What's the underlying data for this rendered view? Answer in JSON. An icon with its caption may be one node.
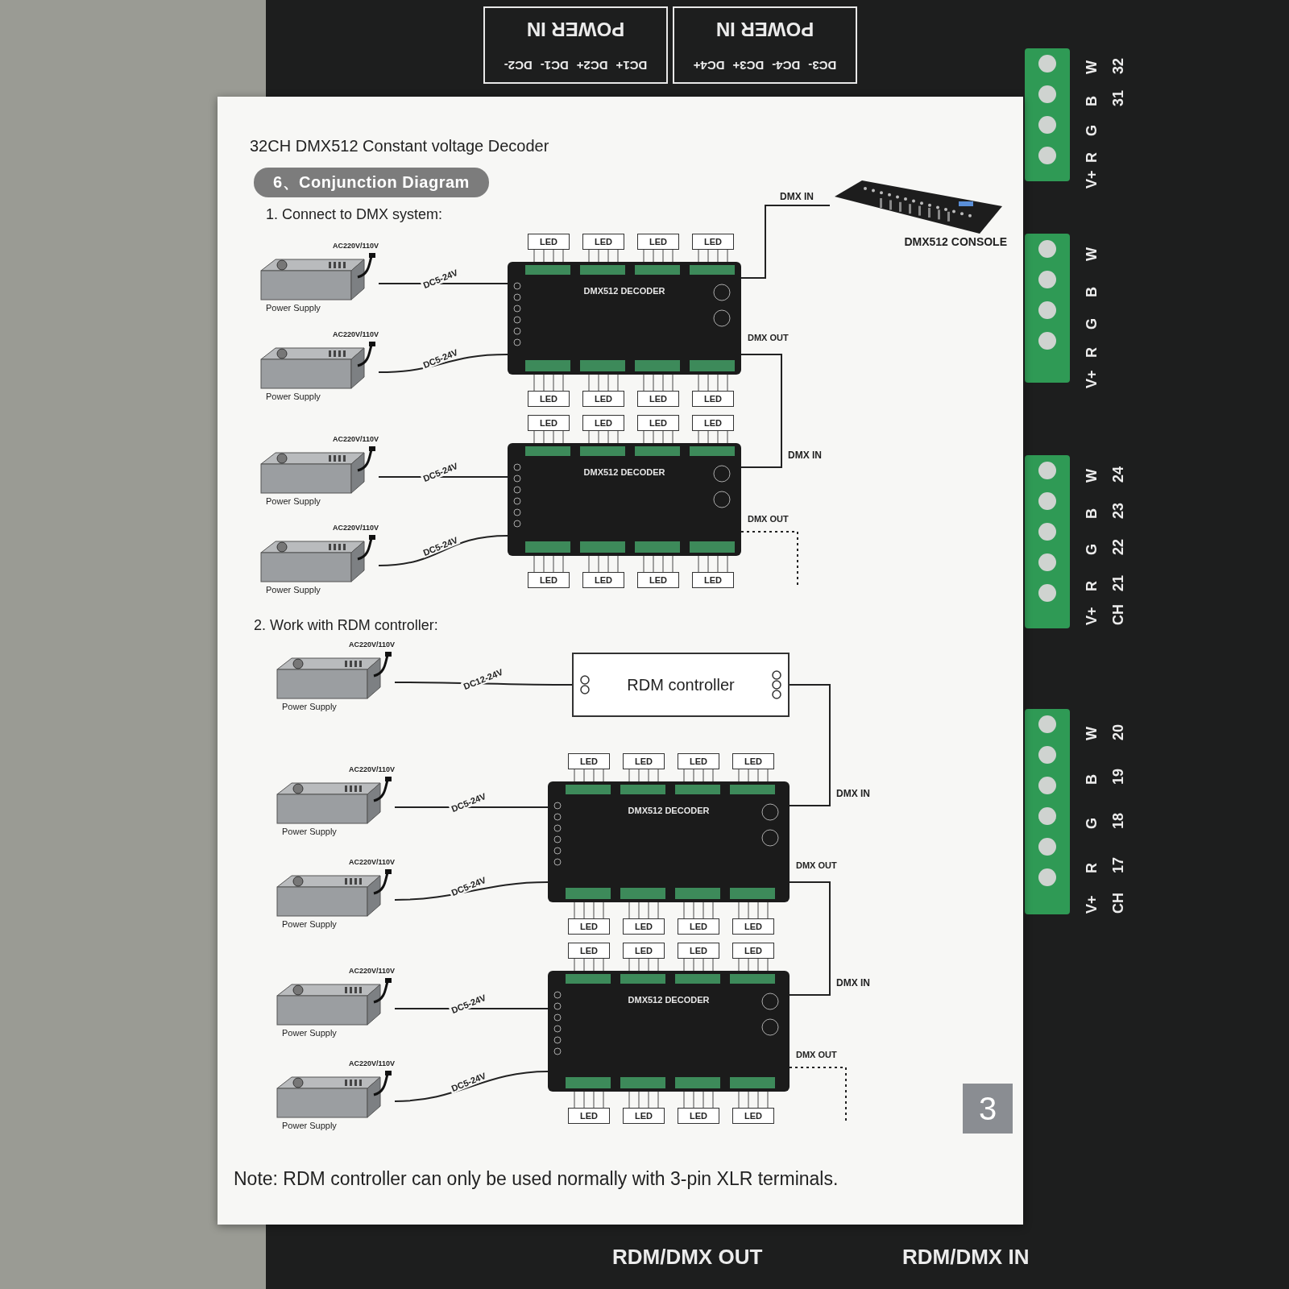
{
  "diagram": {
    "title": "32CH DMX512 Constant voltage Decoder",
    "nodes": [
      {
        "text": [
          "DMX512 CONSOLE"
        ]
      },
      {
        "text": [
          "DMX512 DECODER"
        ],
        "beside": [
          "DMX OUT"
        ]
      },
      {
        "text": [
          "DMX512 DECODER"
        ],
        "beside": [
          "DMX OUT"
        ]
      },
      {
        "text": [
          "Power Supply"
        ],
        "beside": [
          "AC220V/110V"
        ]
      },
      {
        "text": [
          "Power Supply"
        ],
        "beside": [
          "AC220V/110V"
        ]
      },
      {
        "text": [
          "Power Supply"
        ],
        "beside": [
          "AC220V/110V"
        ]
      },
      {
        "text": [
          "Power Supply"
        ],
        "beside": [
          "AC220V/110V"
        ]
      },
      {
        "text": [
          "LED"
        ]
      },
      {
        "text": [
          "LED"
        ]
      },
      {
        "text": [
          "LED"
        ]
      },
      {
        "text": [
          "LED"
        ]
      },
      {
        "text": [
          "LED"
        ]
      },
      {
        "text": [
          "LED"
        ]
      },
      {
        "text": [
          "LED"
        ]
      },
      {
        "text": [
          "LED"
        ]
      },
      {
        "text": [
          "LED"
        ]
      },
      {
        "text": [
          "LED"
        ]
      },
      {
        "text": [
          "LED"
        ]
      },
      {
        "text": [
          "LED"
        ]
      },
      {
        "text": [
          "LED"
        ]
      },
      {
        "text": [
          "LED"
        ]
      },
      {
        "text": [
          "LED"
        ]
      },
      {
        "text": [
          "LED"
        ]
      },
      {
        "text": [
          "RDM controller"
        ]
      },
      {
        "text": [
          "Power Supply"
        ],
        "beside": [
          "AC220V/110V"
        ]
      },
      {
        "text": [
          "DMX512 DECODER"
        ],
        "beside": [
          "DMX OUT"
        ]
      },
      {
        "text": [
          "DMX512 DECODER"
        ],
        "beside": [
          "DMX OUT"
        ]
      },
      {
        "text": [
          "Power Supply"
        ],
        "beside": [
          "AC220V/110V"
        ]
      },
      {
        "text": [
          "Power Supply"
        ],
        "beside": [
          "AC220V/110V"
        ]
      },
      {
        "text": [
          "Power Supply"
        ],
        "beside": [
          "AC220V/110V"
        ]
      },
      {
        "text": [
          "Power Supply"
        ],
        "beside": [
          "AC220V/110V"
        ]
      },
      {
        "text": [
          "LED"
        ]
      },
      {
        "text": [
          "LED"
        ]
      },
      {
        "text": [
          "LED"
        ]
      },
      {
        "text": [
          "LED"
        ]
      },
      {
        "text": [
          "LED"
        ]
      },
      {
        "text": [
          "LED"
        ]
      },
      {
        "text": [
          "LED"
        ]
      },
      {
        "text": [
          "LED"
        ]
      },
      {
        "text": [
          "LED"
        ]
      },
      {
        "text": [
          "LED"
        ]
      },
      {
        "text": [
          "LED"
        ]
      },
      {
        "text": [
          "LED"
        ]
      },
      {
        "text": [
          "LED"
        ]
      },
      {
        "text": [
          "LED"
        ]
      },
      {
        "text": [
          "LED"
        ]
      },
      {
        "text": [
          "LED"
        ]
      }
    ],
    "edges": [
      {
        "from": 1,
        "to": 0,
        "arrow": "none",
        "label": "DMX IN"
      },
      {
        "from": 1,
        "to": 2,
        "arrow": "none",
        "label": "DMX IN"
      },
      {
        "from": 2,
        "to": null,
        "arrow": "none",
        "style": "dashed"
      },
      {
        "from": 3,
        "to": 1,
        "arrow": "none",
        "label": "DC5-24V"
      },
      {
        "from": 4,
        "to": 1,
        "arrow": "none",
        "label": "DC5-24V"
      },
      {
        "from": 5,
        "to": 2,
        "arrow": "none",
        "label": "DC5-24V"
      },
      {
        "from": 6,
        "to": 2,
        "arrow": "none",
        "label": "DC5-24V"
      },
      {
        "from": 1,
        "to": 7,
        "arrow": "none"
      },
      {
        "from": 1,
        "to": 8,
        "arrow": "none"
      },
      {
        "from": 1,
        "to": 9,
        "arrow": "none"
      },
      {
        "from": 1,
        "to": 10,
        "arrow": "none"
      },
      {
        "from": 1,
        "to": 11,
        "arrow": "none"
      },
      {
        "from": 1,
        "to": 12,
        "arrow": "none"
      },
      {
        "from": 1,
        "to": 13,
        "arrow": "none"
      },
      {
        "from": 1,
        "to": 14,
        "arrow": "none"
      },
      {
        "from": 2,
        "to": 15,
        "arrow": "none"
      },
      {
        "from": 2,
        "to": 16,
        "arrow": "none"
      },
      {
        "from": 2,
        "to": 17,
        "arrow": "none"
      },
      {
        "from": 2,
        "to": 18,
        "arrow": "none"
      },
      {
        "from": 2,
        "to": 19,
        "arrow": "none"
      },
      {
        "from": 2,
        "to": 20,
        "arrow": "none"
      },
      {
        "from": 2,
        "to": 21,
        "arrow": "none"
      },
      {
        "from": 2,
        "to": 22,
        "arrow": "none"
      },
      {
        "from": 24,
        "to": 23,
        "arrow": "none",
        "label": "DC12-24V"
      },
      {
        "from": 23,
        "to": 25,
        "arrow": "none",
        "label": "DMX IN"
      },
      {
        "from": 25,
        "to": 26,
        "arrow": "none",
        "label": "DMX IN"
      },
      {
        "from": 26,
        "to": null,
        "arrow": "none",
        "style": "dashed"
      },
      {
        "from": 27,
        "to": 25,
        "arrow": "none",
        "label": "DC5-24V"
      },
      {
        "from": 28,
        "to": 25,
        "arrow": "none",
        "label": "DC5-24V"
      },
      {
        "from": 29,
        "to": 26,
        "arrow": "none",
        "label": "DC5-24V"
      },
      {
        "from": 30,
        "to": 26,
        "arrow": "none",
        "label": "DC5-24V"
      },
      {
        "from": 25,
        "to": 31,
        "arrow": "none"
      },
      {
        "from": 25,
        "to": 32,
        "arrow": "none"
      },
      {
        "from": 25,
        "to": 33,
        "arrow": "none"
      },
      {
        "from": 25,
        "to": 34,
        "arrow": "none"
      },
      {
        "from": 25,
        "to": 35,
        "arrow": "none"
      },
      {
        "from": 25,
        "to": 36,
        "arrow": "none"
      },
      {
        "from": 25,
        "to": 37,
        "arrow": "none"
      },
      {
        "from": 25,
        "to": 38,
        "arrow": "none"
      },
      {
        "from": 26,
        "to": 39,
        "arrow": "none"
      },
      {
        "from": 26,
        "to": 40,
        "arrow": "none"
      },
      {
        "from": 26,
        "to": 41,
        "arrow": "none"
      },
      {
        "from": 26,
        "to": 42,
        "arrow": "none"
      },
      {
        "from": 26,
        "to": 43,
        "arrow": "none"
      },
      {
        "from": 26,
        "to": 44,
        "arrow": "none"
      },
      {
        "from": 26,
        "to": 45,
        "arrow": "none"
      },
      {
        "from": 26,
        "to": 46,
        "arrow": "none"
      }
    ],
    "labels": [
      "6、Conjunction Diagram",
      "1. Connect to DMX system:",
      "2. Work with RDM controller:",
      "Note: RDM controller can only be used normally with 3-pin XLR terminals.",
      "3",
      "POWER IN",
      "POWER IN",
      "DC1+",
      "DC2+",
      "DC1-",
      "DC2-",
      "DC3-",
      "DC4-",
      "DC3+",
      "DC4+",
      "32",
      "W",
      "31",
      "B",
      "G",
      "R",
      "V+",
      "W",
      "B",
      "G",
      "R",
      "V+",
      "24",
      "W",
      "23",
      "B",
      "22",
      "G",
      "21",
      "R",
      "CH",
      "V+",
      "20",
      "W",
      "19",
      "B",
      "18",
      "G",
      "17",
      "R",
      "CH",
      "V+",
      "RDM/DMX OUT",
      "RDM/DMX IN"
    ]
  }
}
